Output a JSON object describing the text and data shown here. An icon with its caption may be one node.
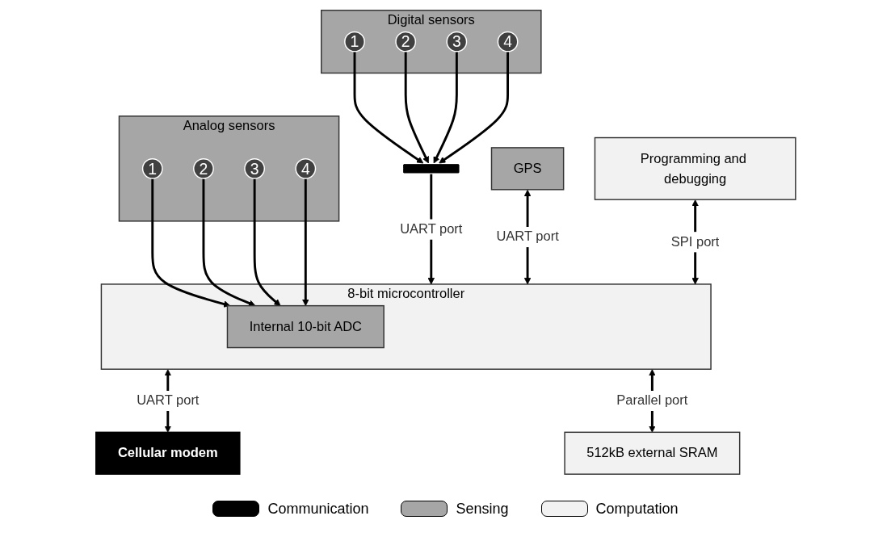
{
  "diagram": {
    "nodes": [
      {
        "text": [
          "Digital sensors"
        ]
      },
      {
        "text": [
          "1"
        ],
        "in": 0
      },
      {
        "text": [
          "2"
        ],
        "in": 0
      },
      {
        "text": [
          "3"
        ],
        "in": 0
      },
      {
        "text": [
          "4"
        ],
        "in": 0
      },
      {
        "text": [],
        "shape": "bar"
      },
      {
        "text": [
          "GPS"
        ]
      },
      {
        "text": [
          "8-bit microcontroller"
        ]
      },
      {
        "text": [
          "Internal 10-bit ADC"
        ],
        "in": 7
      },
      {
        "text": [
          "Cellular modem"
        ]
      },
      {
        "text": [
          "Programming and debugging"
        ]
      },
      {
        "text": [
          "512kB external SRAM"
        ]
      },
      {
        "text": [
          "Analog sensors"
        ]
      },
      {
        "text": [
          "1"
        ],
        "in": 12
      },
      {
        "text": [
          "2"
        ],
        "in": 12
      },
      {
        "text": [
          "3"
        ],
        "in": 12
      },
      {
        "text": [
          "4"
        ],
        "in": 12
      }
    ],
    "edges": [
      {
        "from": 1,
        "to": 5,
        "arrow": "to"
      },
      {
        "from": 2,
        "to": 5,
        "arrow": "to"
      },
      {
        "from": 3,
        "to": 5,
        "arrow": "to"
      },
      {
        "from": 4,
        "to": 5,
        "arrow": "to"
      },
      {
        "from": 5,
        "to": 7,
        "arrow": "to",
        "label": "UART port"
      },
      {
        "from": 6,
        "to": 7,
        "arrow": "both",
        "label": "UART port"
      },
      {
        "from": 10,
        "to": 7,
        "arrow": "both",
        "label": "SPI port"
      },
      {
        "from": 7,
        "to": 9,
        "arrow": "both",
        "label": "UART port"
      },
      {
        "from": 7,
        "to": 11,
        "arrow": "both",
        "label": "Parallel port"
      },
      {
        "from": 13,
        "to": 8,
        "arrow": "to"
      },
      {
        "from": 14,
        "to": 8,
        "arrow": "to"
      },
      {
        "from": 15,
        "to": 8,
        "arrow": "to"
      },
      {
        "from": 16,
        "to": 8,
        "arrow": "to"
      }
    ],
    "legend": [
      {
        "text": "Communication",
        "color": "#000000"
      },
      {
        "text": "Sensing",
        "color": "#a6a6a6"
      },
      {
        "text": "Computation",
        "color": "#f2f2f2"
      }
    ]
  }
}
